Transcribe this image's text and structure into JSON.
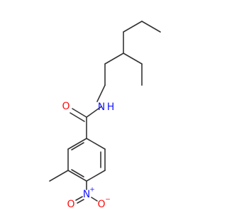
{
  "molecule": {
    "atoms": {
      "amide_n": {
        "label": "N",
        "sub": "H",
        "color": "#1a1aff"
      },
      "amide_o": {
        "label": "O",
        "color": "#ff0d0d"
      },
      "nitro_n": {
        "label": "N",
        "charge": "+",
        "color": "#1a1aff"
      },
      "nitro_o1": {
        "label": "O",
        "color": "#ff0d0d"
      },
      "nitro_o2": {
        "label": "O",
        "charge": "−",
        "color": "#ff0d0d"
      }
    },
    "bond_color": "#333333"
  }
}
